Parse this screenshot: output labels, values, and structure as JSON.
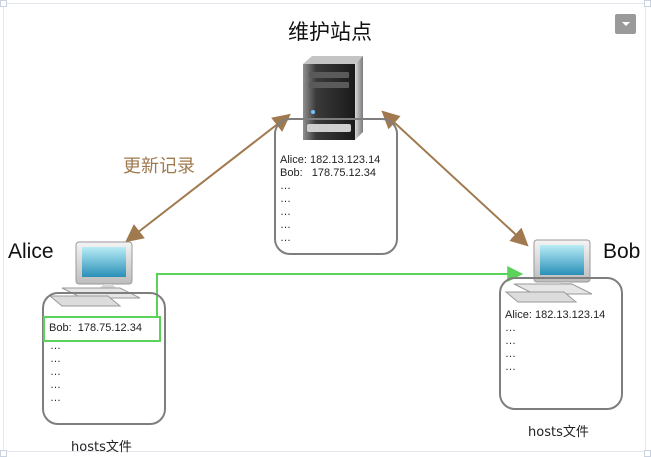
{
  "diagram": {
    "title": "维护站点",
    "arrow_label": "更新记录",
    "server": {
      "records": [
        "Alice: 182.13.123.14",
        "Bob:   178.75.12.34",
        "…",
        "…",
        "…",
        "…",
        "…"
      ]
    },
    "alice": {
      "name": "Alice",
      "highlighted_record": "Bob:  178.75.12.34",
      "records": [
        "…",
        "…",
        "…",
        "…",
        "…"
      ],
      "caption": "hosts文件"
    },
    "bob": {
      "name": "Bob",
      "records": [
        "Alice: 182.13.123.14",
        "…",
        "…",
        "…",
        "…"
      ],
      "caption": "hosts文件"
    }
  },
  "colors": {
    "arrow_brown": "#a07a4e",
    "link_green": "#5bd35b",
    "box_border": "#7e7e7e",
    "menu_button": "#9a9a9a"
  },
  "icons": [
    "server-icon",
    "desktop-computer-icon",
    "dropdown-menu-icon"
  ]
}
